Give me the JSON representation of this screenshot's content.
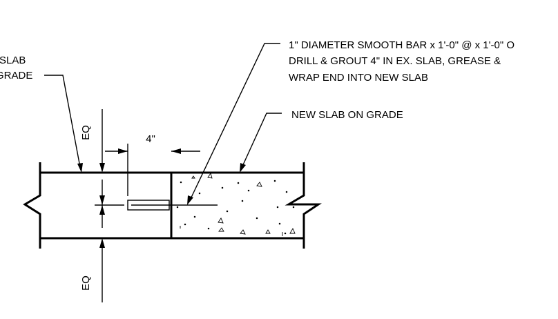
{
  "labels": {
    "existing_slab_line1": "SLAB",
    "existing_slab_line2": "GRADE",
    "dowel_note_line1": "1\" DIAMETER SMOOTH BAR x 1'-0\" @ x 1'-0\" O",
    "dowel_note_line2": "DRILL & GROUT 4\" IN EX. SLAB, GREASE &",
    "dowel_note_line3": "WRAP END INTO NEW SLAB",
    "new_slab_note": "NEW SLAB ON GRADE",
    "dim_embed": "4\"",
    "dim_eq_top": "EQ",
    "dim_eq_bottom": "EQ"
  },
  "colors": {
    "line": "#000000",
    "background": "#ffffff"
  }
}
